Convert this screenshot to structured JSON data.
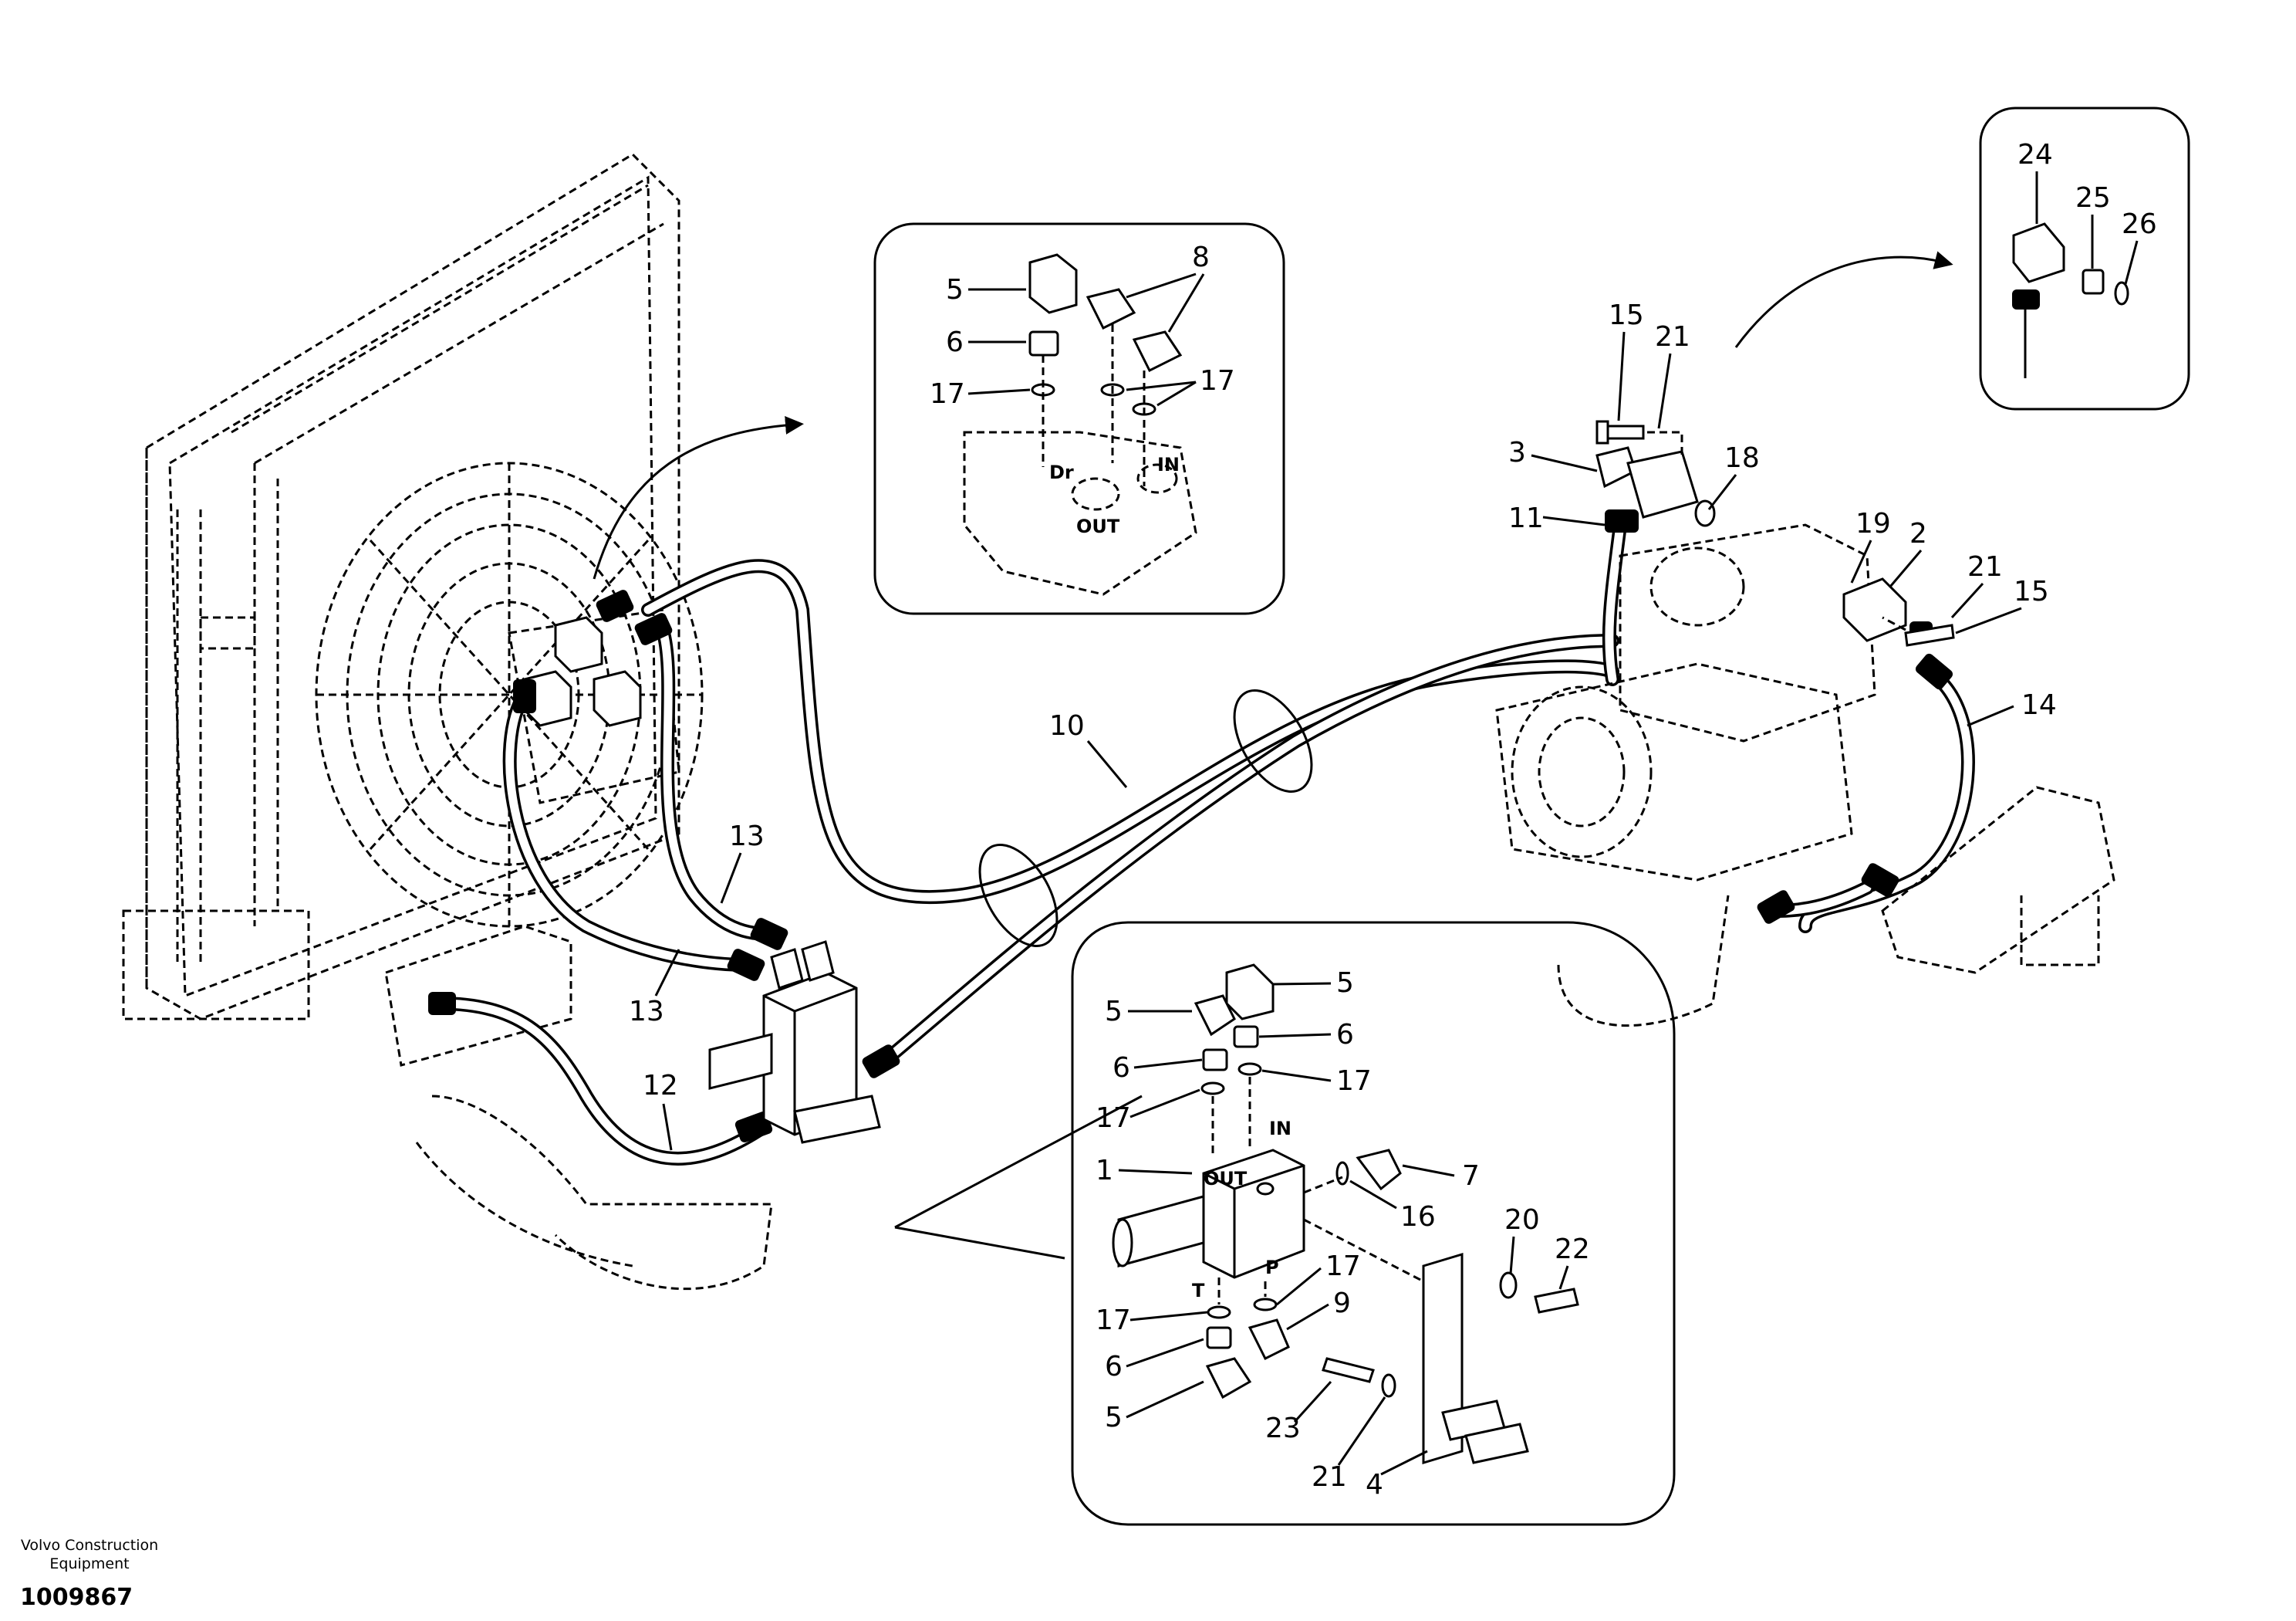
{
  "footer": {
    "brand_line1": "Volvo Construction",
    "brand_line2": "Equipment",
    "doc_number": "1009867"
  },
  "callouts": {
    "c1": "1",
    "c2": "2",
    "c3": "3",
    "c4": "4",
    "c5": "5",
    "c6": "6",
    "c7": "7",
    "c8": "8",
    "c9": "9",
    "c10": "10",
    "c11": "11",
    "c12": "12",
    "c13": "13",
    "c14": "14",
    "c15": "15",
    "c16": "16",
    "c17": "17",
    "c18": "18",
    "c19": "19",
    "c20": "20",
    "c21": "21",
    "c22": "22",
    "c23": "23",
    "c24": "24",
    "c25": "25",
    "c26": "26"
  },
  "port_labels": {
    "dr": "Dr",
    "in": "IN",
    "out": "OUT",
    "t": "T",
    "p": "P"
  }
}
